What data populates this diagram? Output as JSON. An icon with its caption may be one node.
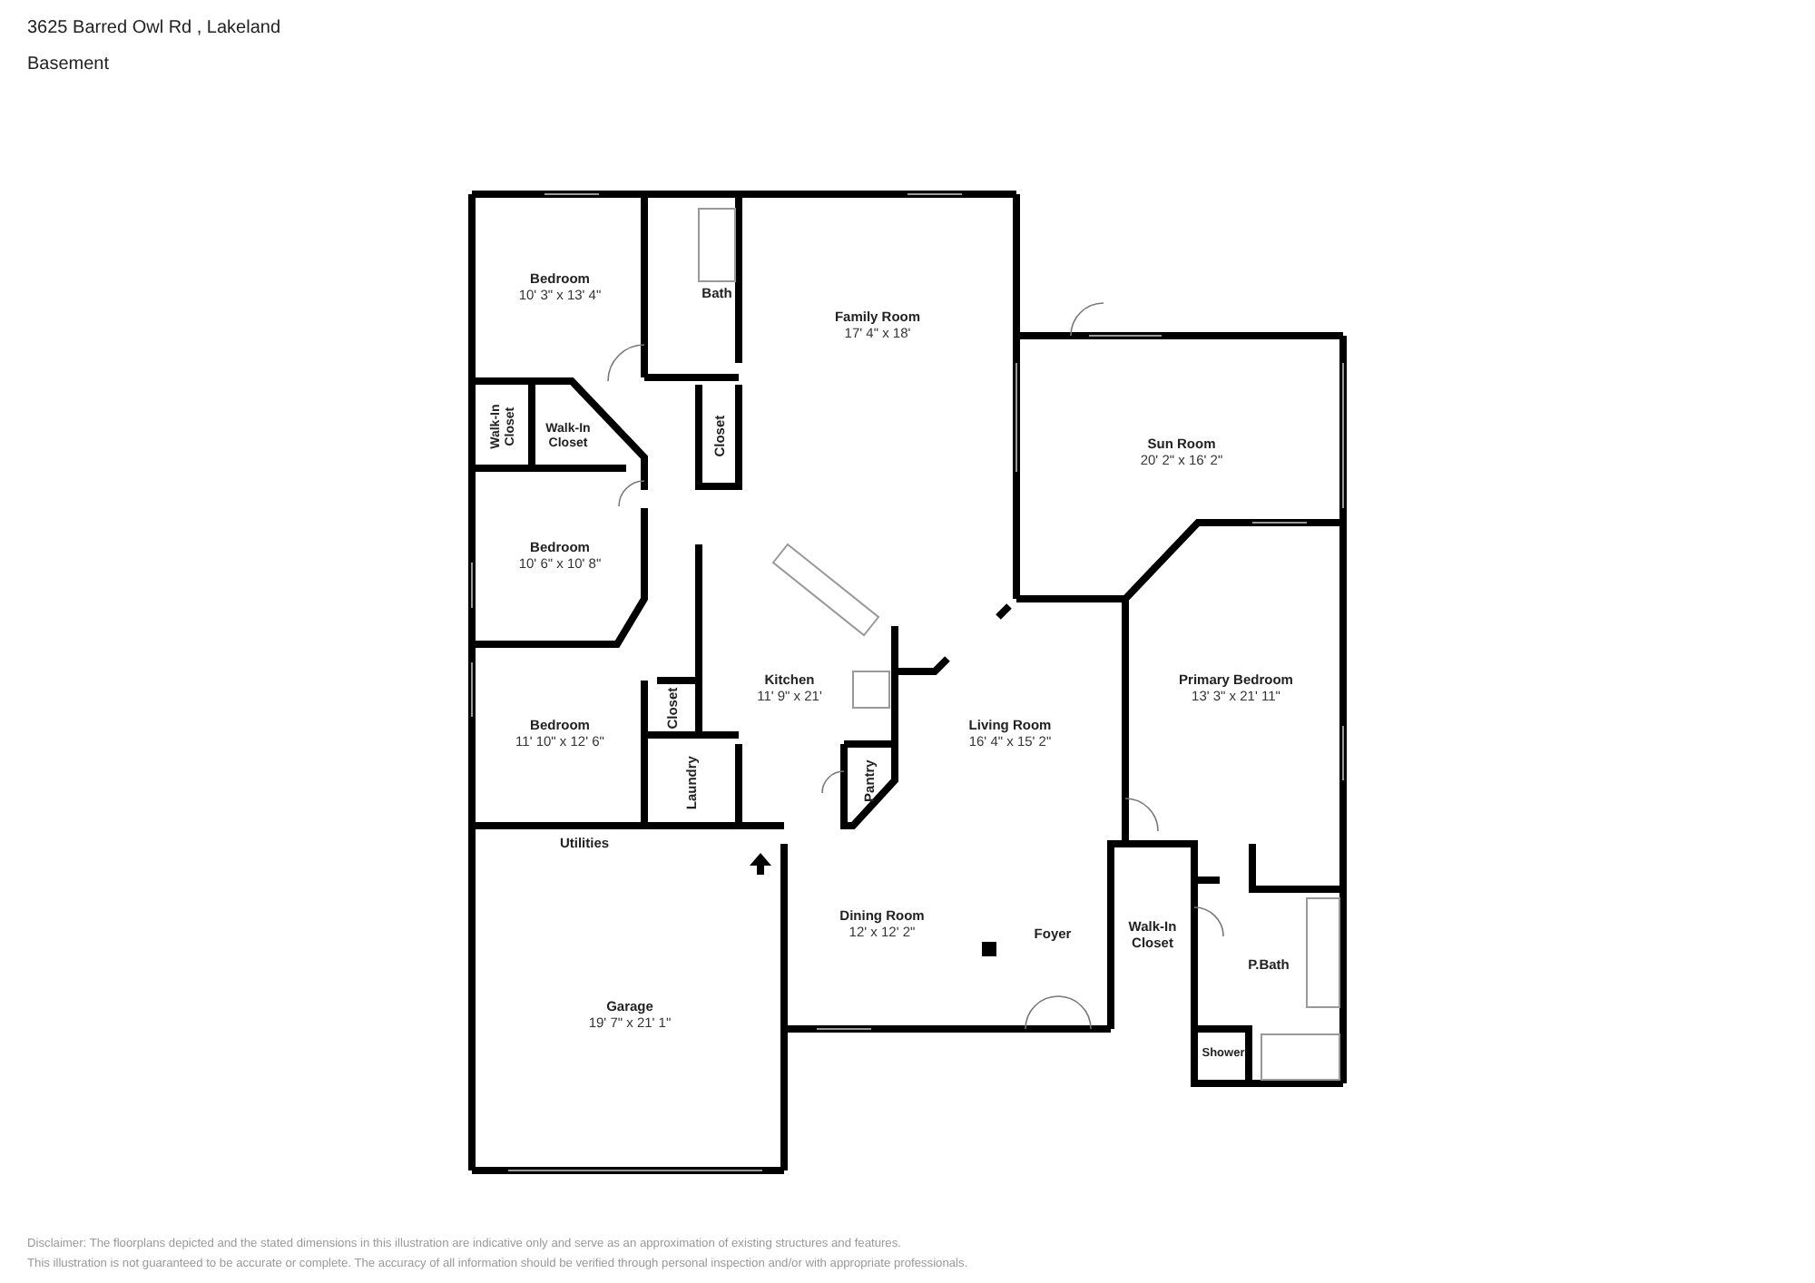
{
  "diagram": {
    "title": "3625 Barred Owl Rd , Lakeland",
    "nodes": [
      {
        "text": [
          "Bedroom",
          "10' 3\" x 13' 4\""
        ]
      },
      {
        "text": [
          "Bath"
        ]
      },
      {
        "text": [
          "Family Room",
          "17' 4\" x 18'"
        ]
      },
      {
        "text": [
          "Walk-In Closet"
        ]
      },
      {
        "text": [
          "Walk-In Closet"
        ]
      },
      {
        "text": [
          "Closet"
        ]
      },
      {
        "text": [
          "Sun Room",
          "20' 2\" x 16' 2\""
        ]
      },
      {
        "text": [
          "Bedroom",
          "10' 6\" x 10' 8\""
        ]
      },
      {
        "text": [
          "Kitchen",
          "11' 9\" x 21'"
        ]
      },
      {
        "text": [
          "Primary Bedroom",
          "13' 3\" x 21' 11\""
        ]
      },
      {
        "text": [
          "Bedroom",
          "11' 10\" x 12' 6\""
        ]
      },
      {
        "text": [
          "Closet"
        ]
      },
      {
        "text": [
          "Living Room",
          "16' 4\" x 15' 2\""
        ]
      },
      {
        "text": [
          "Laundry"
        ]
      },
      {
        "text": [
          "Pantry"
        ]
      },
      {
        "text": [
          "Utilities"
        ]
      },
      {
        "text": [
          "Dining Room",
          "12' x 12' 2\""
        ]
      },
      {
        "text": [
          "Foyer"
        ]
      },
      {
        "text": [
          "Walk-In Closet"
        ]
      },
      {
        "text": [
          "P.Bath"
        ]
      },
      {
        "text": [
          "Garage",
          "19' 7\" x 21' 1\""
        ]
      },
      {
        "text": [
          "Shower"
        ]
      }
    ],
    "edges": [],
    "labels": [
      "Basement",
      "Disclaimer: The floorplans depicted and the stated dimensions in this illustration are indicative only and serve as an approximation of existing structures and features.",
      "This illustration is not guaranteed to be accurate or complete. The accuracy of all information should be verified through personal inspection and/or with appropriate professionals."
    ]
  }
}
